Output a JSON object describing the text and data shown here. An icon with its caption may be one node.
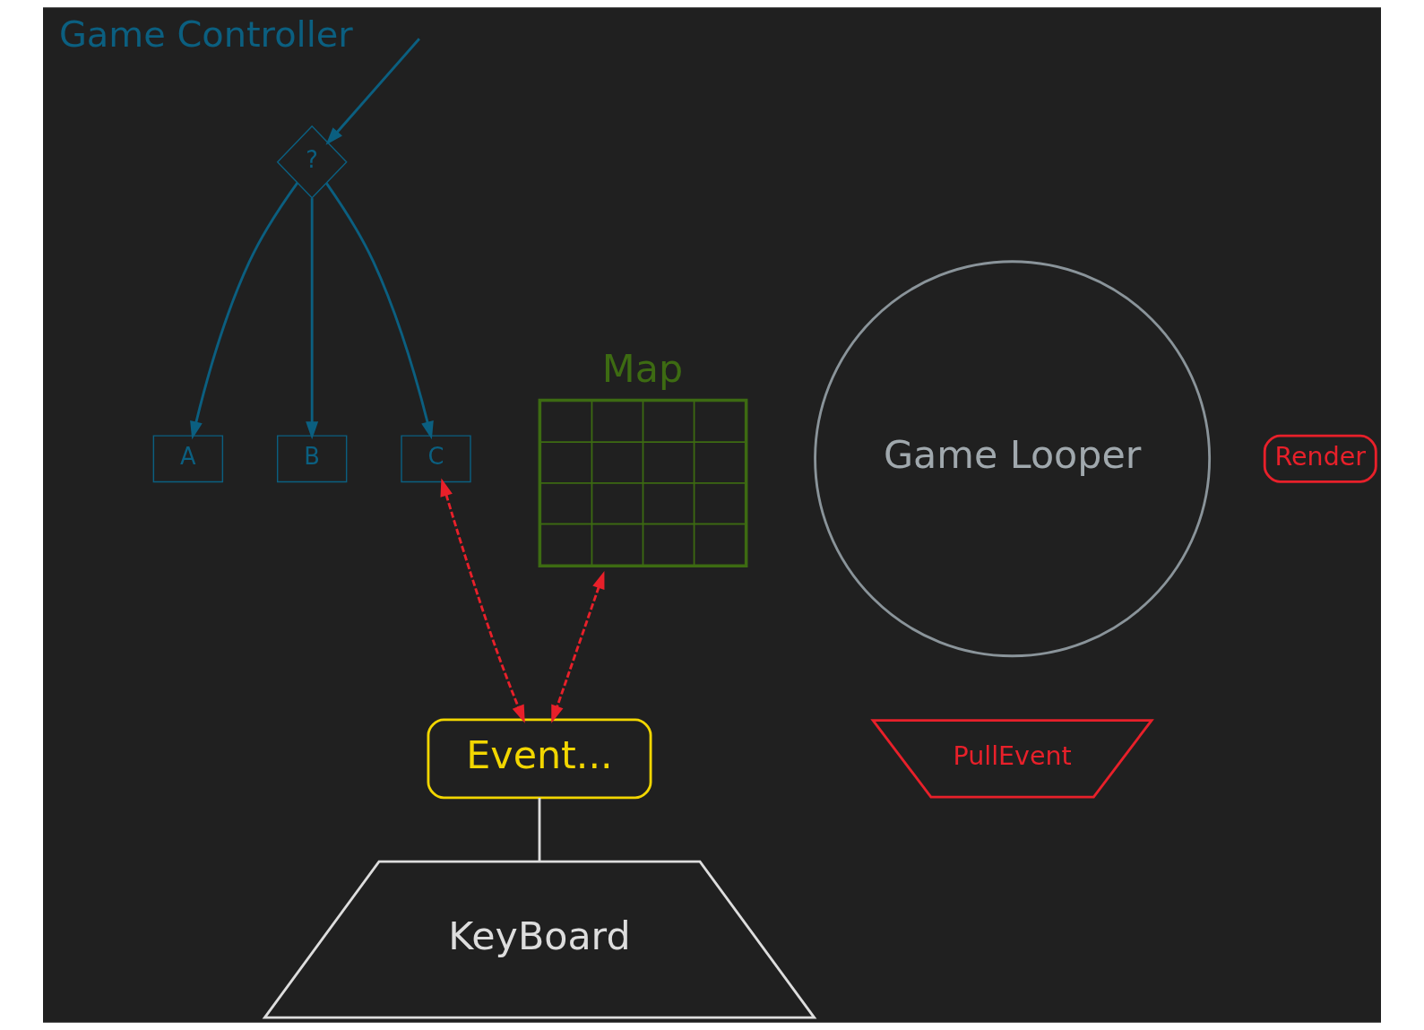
{
  "diagram": {
    "nodes": [
      {
        "text": [
          "Game Controller"
        ]
      },
      {
        "text": [
          "?"
        ]
      },
      {
        "text": [
          "A"
        ]
      },
      {
        "text": [
          "B"
        ]
      },
      {
        "text": [
          "C"
        ]
      },
      {
        "text": [
          "Game Looper"
        ]
      },
      {
        "text": [
          "Render"
        ]
      },
      {
        "text": [
          "PullEvent"
        ]
      },
      {
        "text": [
          "Map"
        ]
      },
      {
        "text": [
          "Event..."
        ]
      },
      {
        "text": [
          "KeyBoard"
        ]
      }
    ],
    "edges": [
      {
        "from": null,
        "to": 1,
        "arrow": "to"
      },
      {
        "from": 1,
        "to": 2,
        "arrow": "to"
      },
      {
        "from": 1,
        "to": 3,
        "arrow": "to"
      },
      {
        "from": 1,
        "to": 4,
        "arrow": "to"
      },
      {
        "from": 4,
        "to": 9,
        "arrow": "both",
        "style": "dashed",
        "color": "#e8202a"
      },
      {
        "from": 8,
        "to": 9,
        "arrow": "both",
        "style": "dashed",
        "color": "#e8202a"
      },
      {
        "from": 9,
        "to": 10,
        "arrow": "none",
        "color": "#dddddd"
      }
    ]
  }
}
